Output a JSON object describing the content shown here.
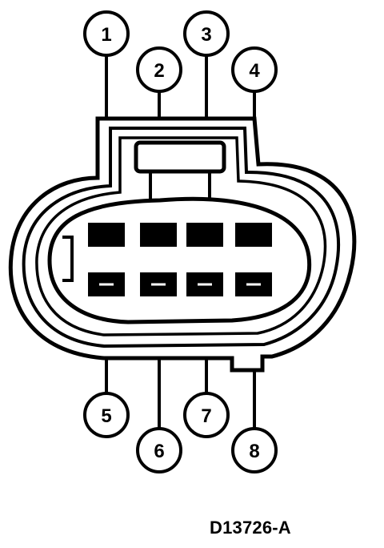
{
  "figure_id": "D13726-A",
  "callouts": [
    "1",
    "2",
    "3",
    "4",
    "5",
    "6",
    "7",
    "8"
  ],
  "colors": {
    "ink": "#000000",
    "paper": "#ffffff",
    "shade": "#cfcfcf"
  }
}
